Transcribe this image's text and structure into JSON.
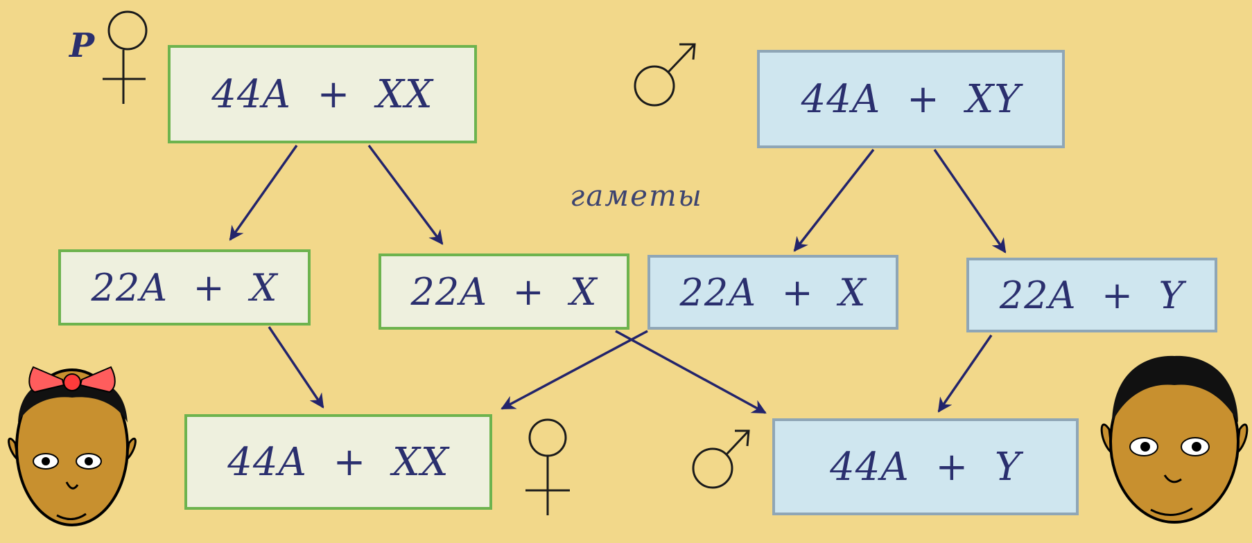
{
  "parent_label": "P",
  "gametes_label": "гаметы",
  "parents": {
    "female": "44A  +  XX",
    "male": "44A  +  XY"
  },
  "gametes": {
    "female_1": "22A  +  X",
    "female_2": "22A  +  X",
    "male_1": "22A  +  X",
    "male_2": "22A  +  Y"
  },
  "offspring": {
    "female": "44A  +  XX",
    "male": "44A  +  Y"
  },
  "colors": {
    "background": "#f2d88a",
    "female_box_border": "#6db34e",
    "female_box_fill": "#eef0de",
    "male_box_border": "#8fa6b6",
    "male_box_fill": "#cfe6ef",
    "text": "#2a2f6e",
    "arrow": "#23246b"
  },
  "icons": [
    "female-symbol-icon",
    "male-symbol-icon",
    "girl-face-icon",
    "boy-face-icon"
  ]
}
